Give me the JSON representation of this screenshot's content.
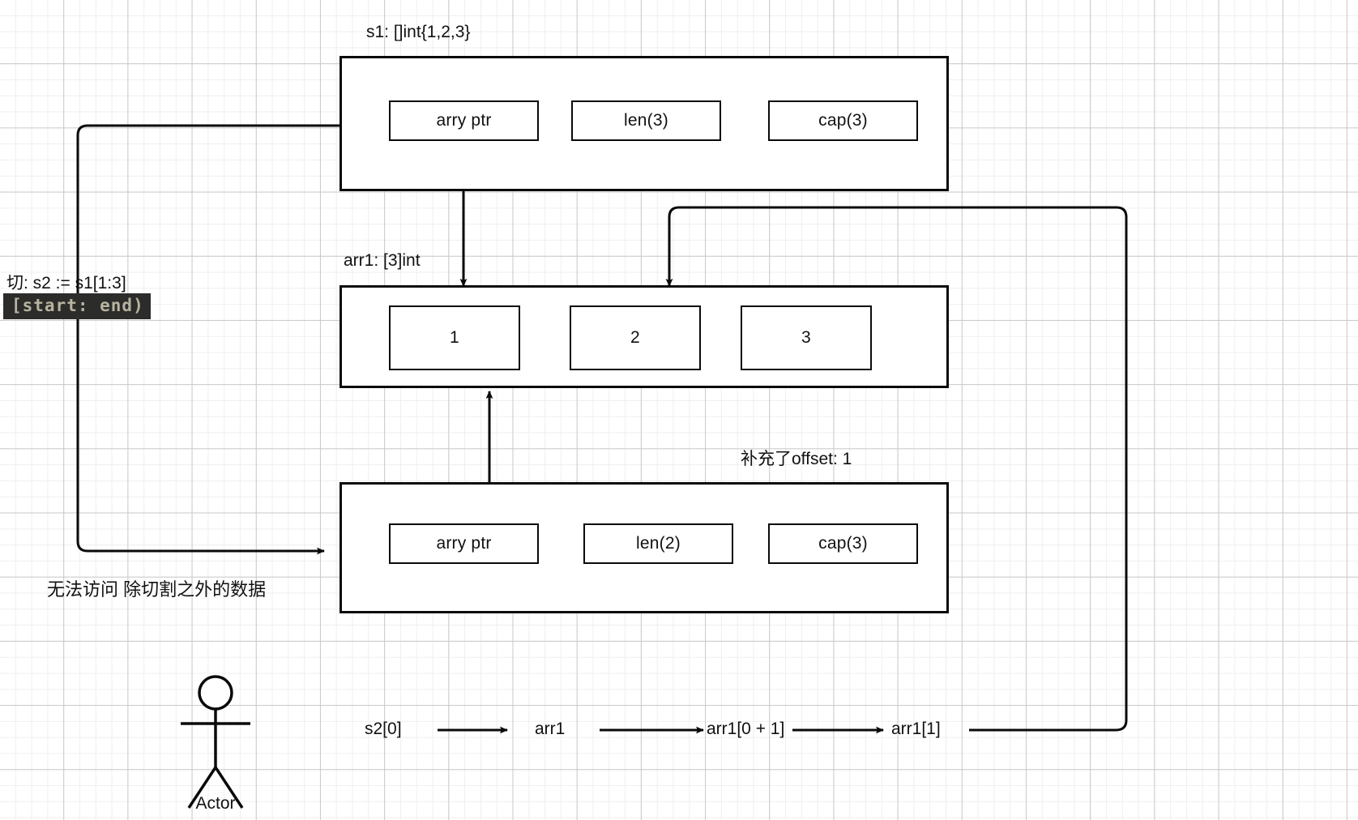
{
  "diagram": {
    "title_s1": "s1: []int{1,2,3}",
    "title_arr1": "arr1: [3]int",
    "title_offset": "补充了offset: 1",
    "slice_header_note": "切: s2 := s1[1:3]",
    "slice_range_code": "[start: end)",
    "no_access_note": "无法访问 除切割之外的数据",
    "s1_struct": {
      "fields": [
        {
          "label": "arry ptr"
        },
        {
          "label": "len(3)"
        },
        {
          "label": "cap(3)"
        }
      ]
    },
    "arr1_array": {
      "elements": [
        {
          "label": "1"
        },
        {
          "label": "2"
        },
        {
          "label": "3"
        }
      ]
    },
    "s2_struct": {
      "fields": [
        {
          "label": "arry ptr"
        },
        {
          "label": "len(2)"
        },
        {
          "label": "cap(3)"
        }
      ]
    },
    "flow": {
      "steps": [
        {
          "label": "s2[0]"
        },
        {
          "label": "arr1"
        },
        {
          "label": "arr1[0 + 1]"
        },
        {
          "label": "arr1[1]"
        }
      ]
    },
    "actor": {
      "label": "Actor"
    },
    "colors": {
      "stroke": "#0a0a0a",
      "background": "#ffffff",
      "grid_minor": "#efefef",
      "grid_major": "#c9c9c9",
      "code_chip_bg": "#2c2c2a",
      "code_chip_fg": "#b8b3a0"
    }
  }
}
